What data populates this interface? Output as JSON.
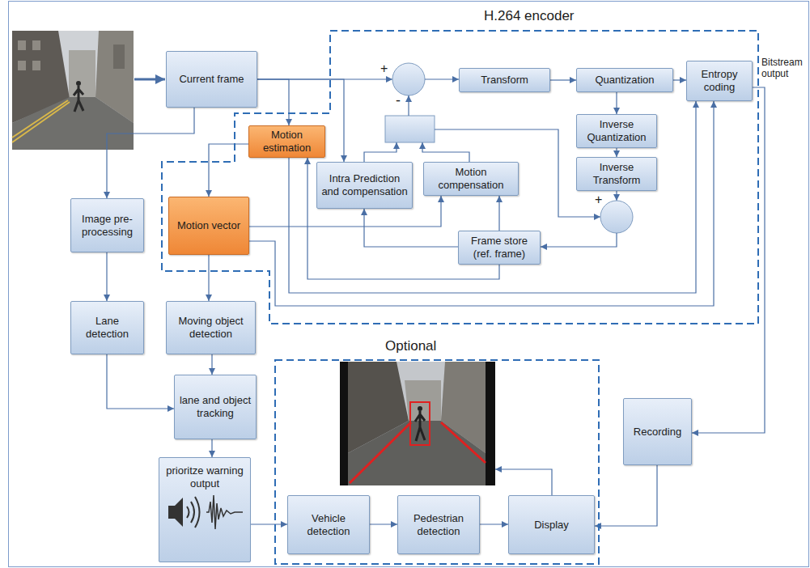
{
  "diagram": {
    "nodes": [
      {
        "text": [
          "Current frame"
        ]
      },
      {
        "text": [
          "H.264 encoder"
        ]
      },
      {
        "text": [
          "Motion estimation"
        ],
        "in": 1
      },
      {
        "text": [
          "Transform"
        ],
        "in": 1
      },
      {
        "text": [
          "Quantization"
        ],
        "in": 1
      },
      {
        "text": [
          "Entropy coding"
        ],
        "in": 1
      },
      {
        "text": [
          "Inverse Quantization"
        ],
        "in": 1
      },
      {
        "text": [
          "Inverse Transform"
        ],
        "in": 1
      },
      {
        "text": [
          "Intra Prediction and compensation"
        ],
        "in": 1
      },
      {
        "text": [
          "Motion compensation"
        ],
        "in": 1
      },
      {
        "text": [
          "Frame store (ref. frame)"
        ],
        "in": 1
      },
      {
        "text": [
          "Motion vector"
        ],
        "in": 1
      },
      {
        "text": [
          "Image pre-processing"
        ]
      },
      {
        "text": [
          "Lane detection"
        ]
      },
      {
        "text": [
          "Moving object detection"
        ]
      },
      {
        "text": [
          "lane and object tracking"
        ]
      },
      {
        "text": [
          "prioritze warning output"
        ]
      },
      {
        "text": [
          "Recording"
        ]
      },
      {
        "text": [
          "Optional"
        ]
      },
      {
        "text": [
          "Vehicle detection"
        ],
        "in": 18
      },
      {
        "text": [
          "Pedestrian detection"
        ],
        "in": 18
      },
      {
        "text": [
          "Display"
        ],
        "in": 18
      }
    ],
    "edges": [
      {
        "from": 0,
        "to": 2,
        "arrow": "to"
      },
      {
        "from": 0,
        "to": 8,
        "arrow": "to"
      },
      {
        "from": 0,
        "to": 12,
        "arrow": "to"
      },
      {
        "from": 2,
        "to": 11,
        "arrow": "to"
      },
      {
        "from": 3,
        "to": 4,
        "arrow": "to"
      },
      {
        "from": 4,
        "to": 5,
        "arrow": "to"
      },
      {
        "from": 4,
        "to": 6,
        "arrow": "to"
      },
      {
        "from": 6,
        "to": 7,
        "arrow": "to"
      },
      {
        "from": 10,
        "to": 8,
        "arrow": "to"
      },
      {
        "from": 10,
        "to": 9,
        "arrow": "to"
      },
      {
        "from": 10,
        "to": 2,
        "arrow": "to"
      },
      {
        "from": 11,
        "to": 9,
        "arrow": "to"
      },
      {
        "from": 2,
        "to": 5,
        "arrow": "to"
      },
      {
        "from": 11,
        "to": 5,
        "arrow": "to"
      },
      {
        "from": 5,
        "to": 17,
        "arrow": "to"
      },
      {
        "from": 12,
        "to": 13,
        "arrow": "to"
      },
      {
        "from": 11,
        "to": 14,
        "arrow": "to"
      },
      {
        "from": 13,
        "to": 15,
        "arrow": "to"
      },
      {
        "from": 14,
        "to": 15,
        "arrow": "to"
      },
      {
        "from": 15,
        "to": 16,
        "arrow": "to"
      },
      {
        "from": 16,
        "to": 19,
        "arrow": "to"
      },
      {
        "from": 19,
        "to": 20,
        "arrow": "to"
      },
      {
        "from": 20,
        "to": 21,
        "arrow": "to"
      },
      {
        "from": 17,
        "to": 21,
        "arrow": "to"
      }
    ],
    "labels": [
      "+",
      "-",
      "+",
      "Bitstream output"
    ]
  }
}
